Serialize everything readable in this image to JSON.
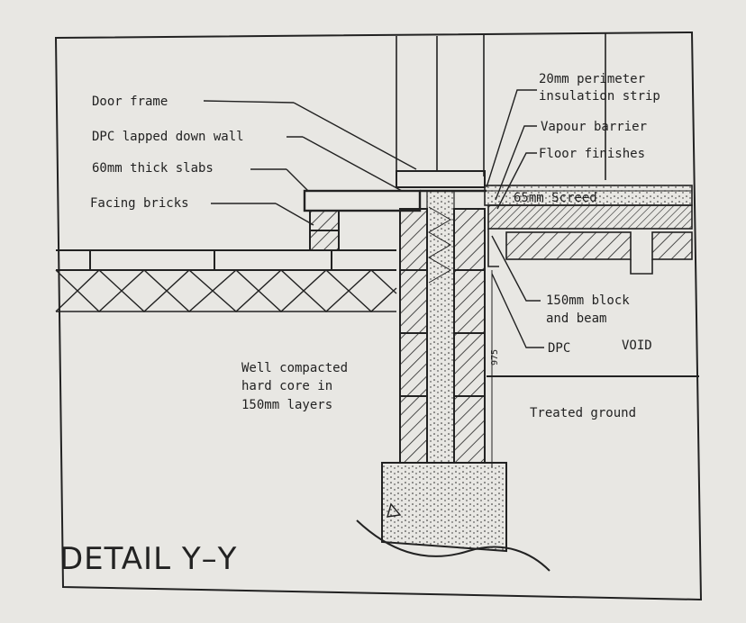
{
  "title": "DETAIL Y–Y",
  "labels_left": {
    "door_frame": "Door frame",
    "dpc_lapped": "DPC lapped down wall",
    "slabs": "60mm thick slabs",
    "facing_bricks": "Facing bricks"
  },
  "labels_right": {
    "insulation_line1": "20mm perimeter",
    "insulation_line2": "insulation strip",
    "vapour_barrier": "Vapour barrier",
    "floor_finishes": "Floor finishes",
    "screed": "65mm Screed",
    "block_beam_line1": "150mm block",
    "block_beam_line2": "and beam",
    "dpc": "DPC",
    "void": "VOID",
    "treated_ground": "Treated ground"
  },
  "labels_center": {
    "hardcore_line1": "Well compacted",
    "hardcore_line2": "hard core in",
    "hardcore_line3": "150mm layers",
    "dimension": "975"
  },
  "colors": {
    "ink": "#222222",
    "paper": "#e8e7e3"
  }
}
